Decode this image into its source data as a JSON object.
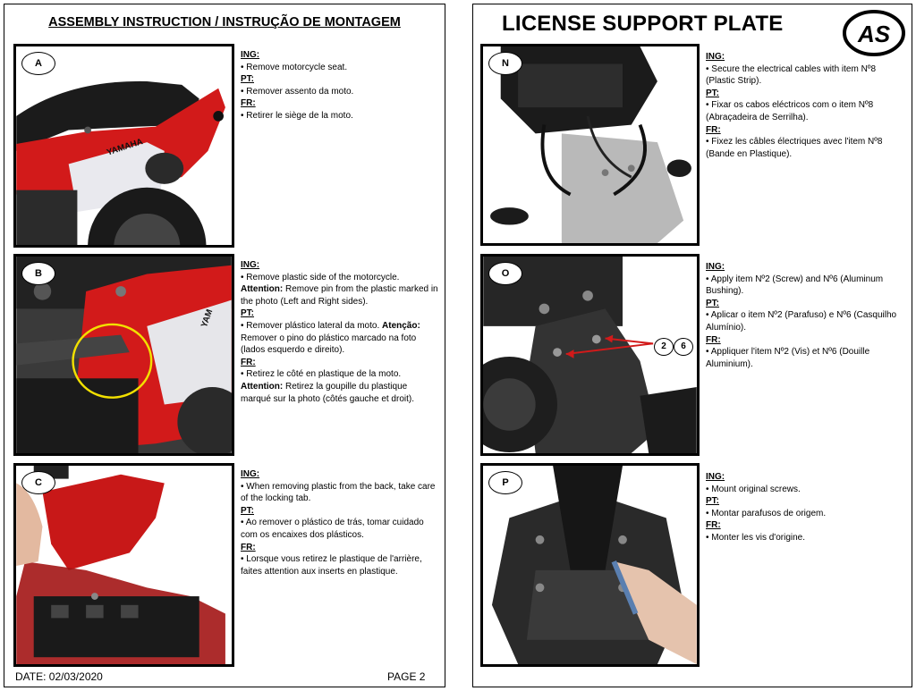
{
  "left_page": {
    "header": "ASSEMBLY INSTRUCTION / INSTRUÇÃO DE MONTAGEM",
    "steps": [
      {
        "letter": "A",
        "ing_label": "ING:",
        "ing": "• Remove motorcycle seat.",
        "pt_label": "PT:",
        "pt": "• Remover assento da moto.",
        "fr_label": "FR:",
        "fr": "• Retirer le siège de la moto."
      },
      {
        "letter": "B",
        "ing_label": "ING:",
        "ing": "• Remove plastic side of the motorcycle.",
        "ing_attention_label": "Attention:",
        "ing_attention": " Remove pin from the plastic marked in the photo (Left and Right sides).",
        "pt_label": "PT:",
        "pt": "• Remover plástico lateral da moto. ",
        "pt_attention_label": "Atenção:",
        "pt_attention": " Remover o pino do plástico marcado na foto (lados esquerdo e direito).",
        "fr_label": "FR:",
        "fr": "• Retirez le côté en plastique de la moto.",
        "fr_attention_label": "Attention:",
        "fr_attention": " Retirez la goupille du plastique marqué sur la photo (côtés gauche et droit)."
      },
      {
        "letter": "C",
        "ing_label": "ING:",
        "ing": "• When removing plastic from the back, take care of the locking tab.",
        "pt_label": "PT:",
        "pt": "• Ao remover o plástico de trás, tomar cuidado com os encaixes dos plásticos.",
        "fr_label": "FR:",
        "fr": "• Lorsque vous retirez le plastique de l'arrière, faites attention aux inserts en plastique."
      }
    ],
    "photo_text": {
      "yamaha_a": "YAMAHA",
      "yamaha_b": "YAM"
    },
    "footer_date": "DATE: 02/03/2020",
    "footer_page": "PAGE 2"
  },
  "right_page": {
    "header": "LICENSE SUPPORT PLATE",
    "logo_text": "AS",
    "steps": [
      {
        "letter": "N",
        "ing_label": "ING:",
        "ing": "• Secure the electrical cables with item Nº8 (Plastic Strip).",
        "pt_label": "PT:",
        "pt": "• Fixar os cabos eléctricos com o item Nº8 (Abraçadeira de Serrilha).",
        "fr_label": "FR:",
        "fr": "• Fixez les câbles électriques avec l'item Nº8 (Bande en Plastique)."
      },
      {
        "letter": "O",
        "ing_label": "ING:",
        "ing": "• Apply item Nº2 (Screw) and Nº6 (Aluminum Bushing).",
        "pt_label": "PT:",
        "pt": "• Aplicar o item Nº2 (Parafuso) e Nº6 (Casquilho Alumínio).",
        "fr_label": "FR:",
        "fr": "• Appliquer l'item Nº2 (Vis) et Nº6 (Douille Aluminium).",
        "callouts": [
          "2",
          "6"
        ]
      },
      {
        "letter": "P",
        "ing_label": "ING:",
        "ing": "• Mount original screws.",
        "pt_label": "PT:",
        "pt": "• Montar parafusos de origem.",
        "fr_label": "FR:",
        "fr": "• Monter les vis d'origine."
      }
    ]
  },
  "colors": {
    "red": "#d21a1a",
    "dark": "#1b1b1b",
    "grey": "#5a5a5a",
    "aluminum": "#b9b9b9",
    "highlight": "#f2e000"
  }
}
